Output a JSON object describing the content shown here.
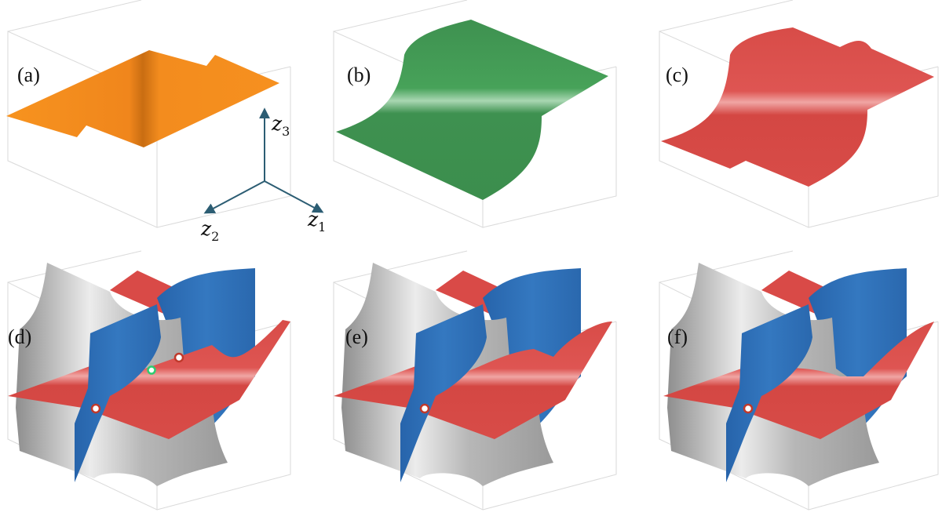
{
  "panels": [
    {
      "id": "a",
      "label": "(a)"
    },
    {
      "id": "b",
      "label": "(b)"
    },
    {
      "id": "c",
      "label": "(c)"
    },
    {
      "id": "d",
      "label": "(d)"
    },
    {
      "id": "e",
      "label": "(e)"
    },
    {
      "id": "f",
      "label": "(f)"
    }
  ],
  "axes": {
    "z1": {
      "symbol": "z",
      "sub": "1"
    },
    "z2": {
      "symbol": "z",
      "sub": "2"
    },
    "z3": {
      "symbol": "z",
      "sub": "3"
    }
  },
  "colors": {
    "orange": "#f28a1e",
    "green": "#3f9550",
    "red": "#d94a47",
    "blue": "#2f6db3",
    "gray": "#a9a9a9",
    "axis": "#2c5d73",
    "marker_red": "#c0392b",
    "marker_green": "#2ecc71"
  }
}
